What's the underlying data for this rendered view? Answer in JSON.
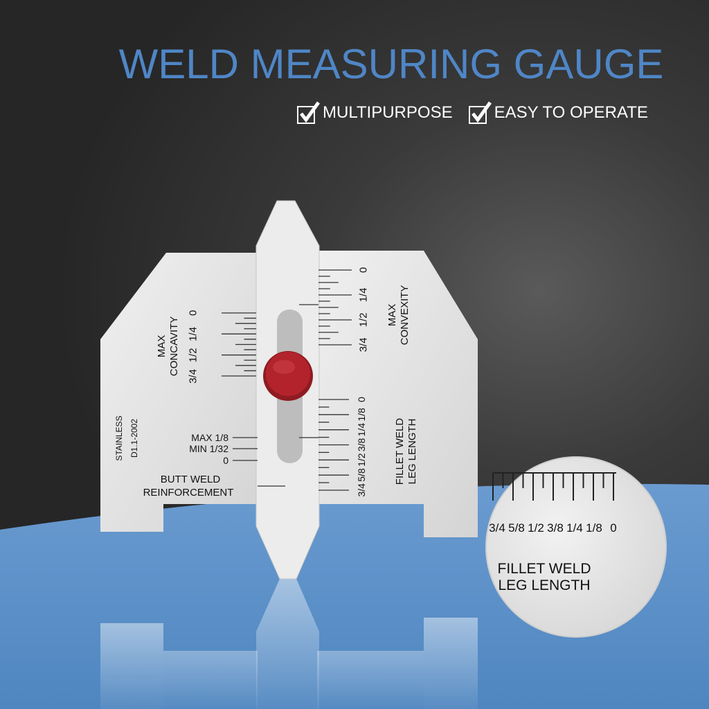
{
  "header": {
    "title": "WELD MEASURING GAUGE",
    "badges": [
      {
        "icon": "checkbox-check-icon",
        "label": "MULTIPURPOSE"
      },
      {
        "icon": "checkbox-check-icon",
        "label": "EASY TO OPERATE"
      }
    ]
  },
  "colors": {
    "title": "#4f86c6",
    "floor": "#5d91c8",
    "knob": "#b3232c",
    "steel": "#e4e4e4"
  },
  "gauge": {
    "concavity_label": [
      "MAX",
      "CONCAVITY"
    ],
    "concavity_scale": [
      "0",
      "1/4",
      "1/2",
      "3/4"
    ],
    "convexity_label": [
      "MAX",
      "CONVEXITY"
    ],
    "convexity_scale": [
      "0",
      "1/4",
      "1/2",
      "3/4"
    ],
    "fillet_label": [
      "FILLET WELD",
      "LEG LENGTH"
    ],
    "fillet_scale": [
      "0",
      "1/8",
      "1/4",
      "3/8",
      "1/2",
      "5/8",
      "3/4"
    ],
    "material": [
      "STAINLESS",
      "D1.1-2002"
    ],
    "reinforcement_marks": [
      "MAX  1/8",
      "MIN  1/32",
      "0"
    ],
    "butt_weld_label": [
      "BUTT  WELD",
      "REINFORCEMENT"
    ]
  },
  "magnifier": {
    "scale": [
      "3/4",
      "5/8",
      "1/2",
      "3/8",
      "1/4",
      "1/8",
      "0"
    ],
    "label": [
      "FILLET WELD",
      "LEG LENGTH"
    ]
  }
}
